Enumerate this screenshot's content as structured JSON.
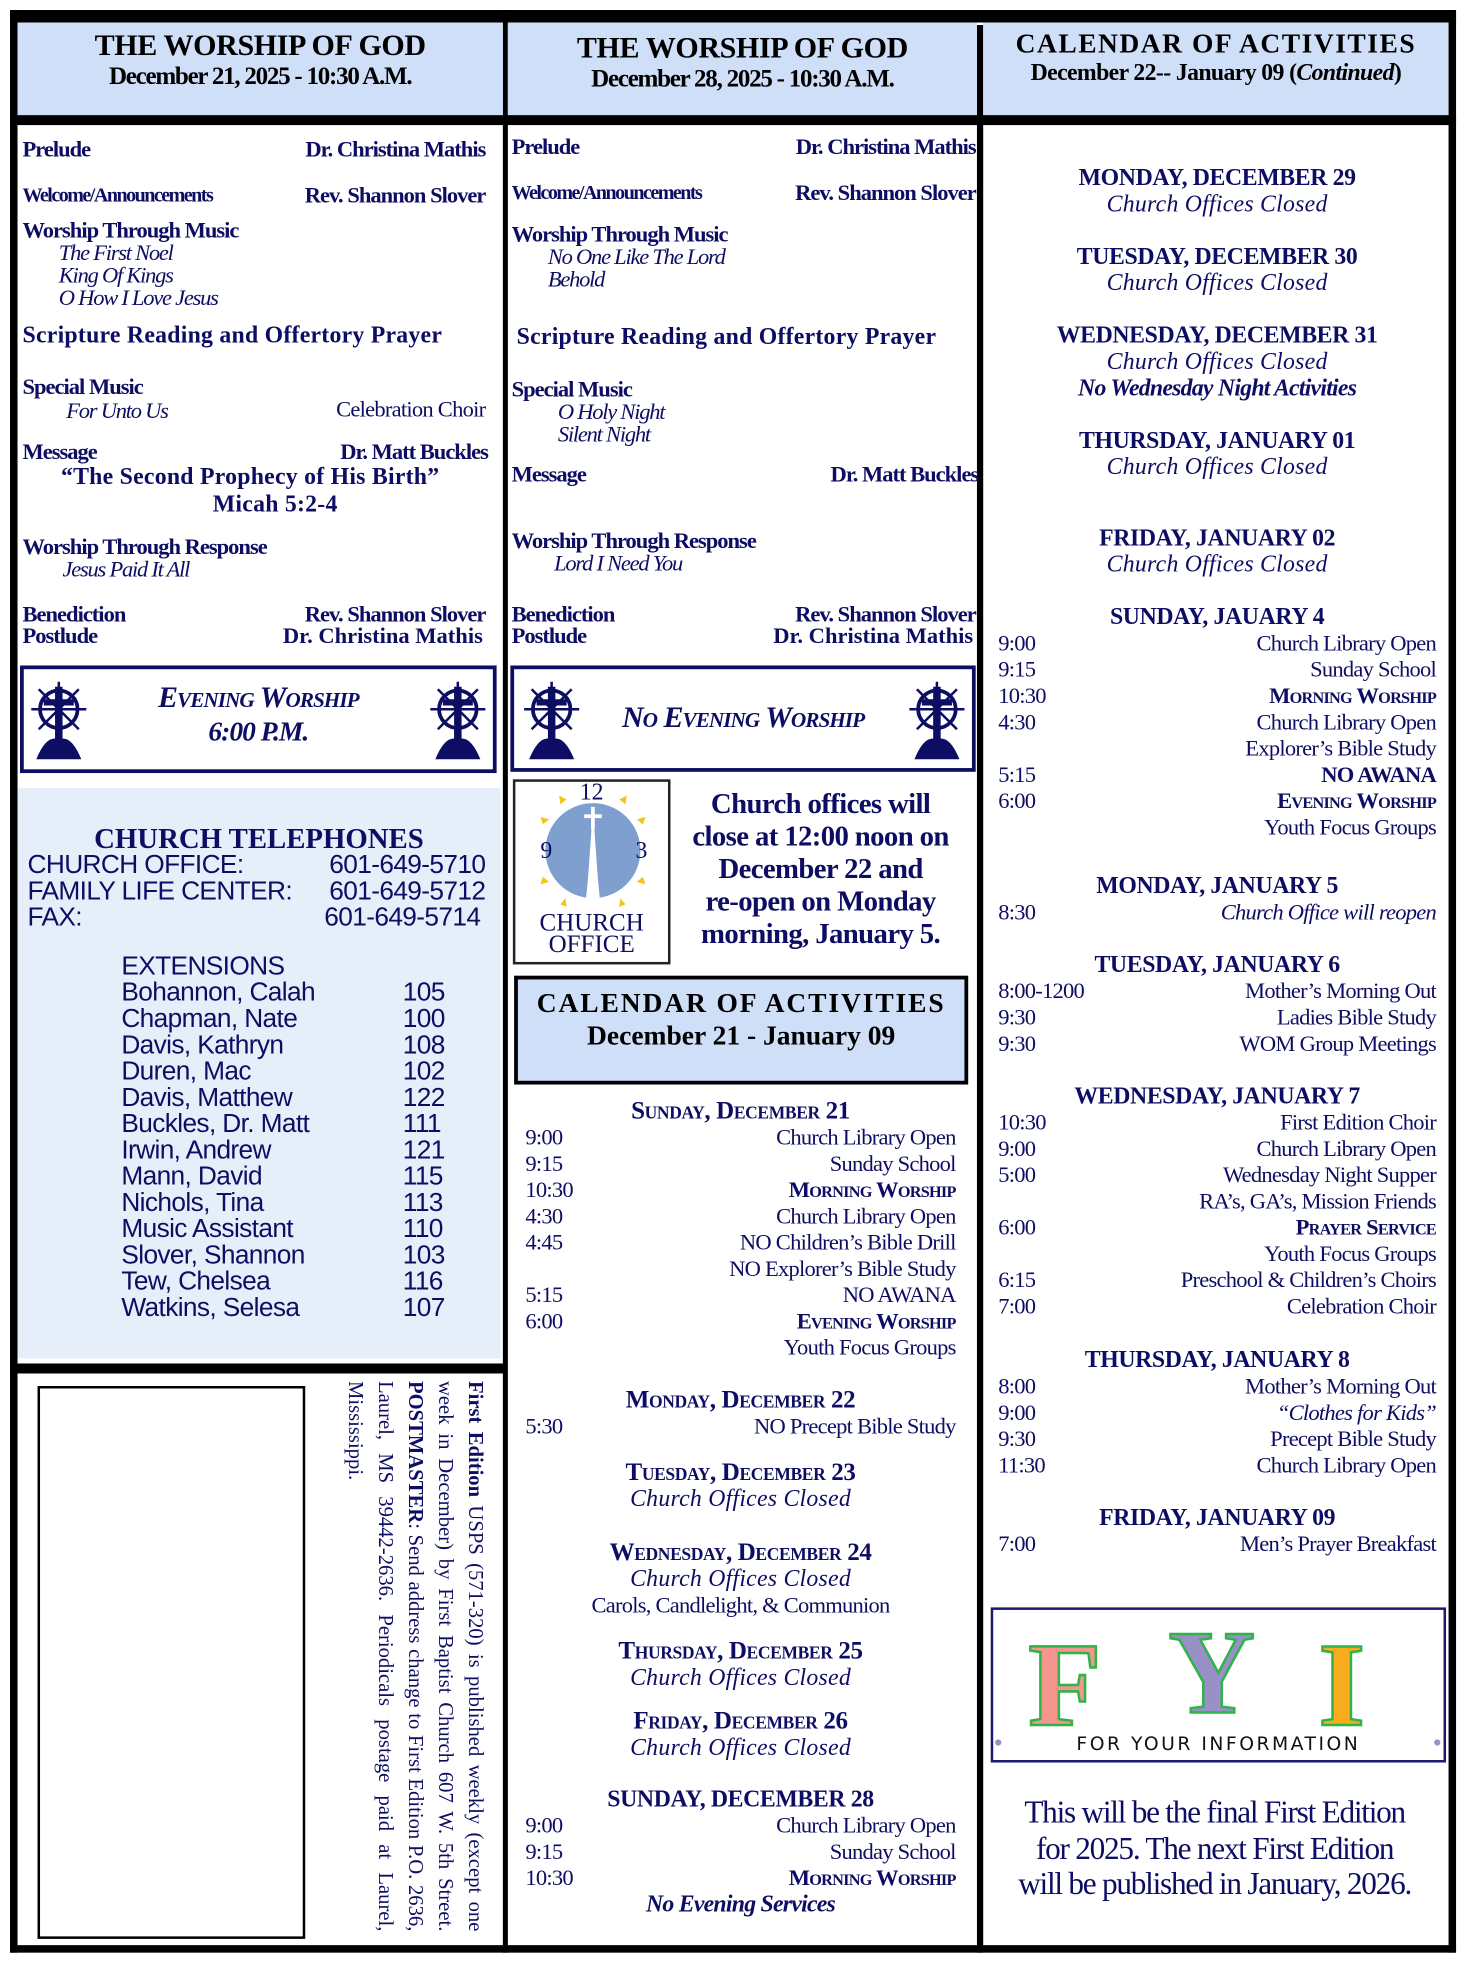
{
  "col1": {
    "header": {
      "title": "THE WORSHIP OF GOD",
      "date": "December 21, 2025 - 10:30 A.M."
    },
    "prelude": {
      "label": "Prelude",
      "person": "Dr. Christina Mathis"
    },
    "welcome": {
      "label": "Welcome/Announcements",
      "person": "Rev. Shannon Slover"
    },
    "music": {
      "label": "Worship Through  Music",
      "songs": [
        "The First Noel",
        "King Of Kings",
        "O How I Love Jesus"
      ]
    },
    "scripture": "Scripture Reading and Offertory Prayer",
    "special": {
      "label": "Special Music",
      "song": "For Unto Us",
      "performer": "Celebration Choir"
    },
    "message": {
      "label": "Message",
      "person": "Dr. Matt Buckles",
      "title": "“The Second Prophecy of His Birth”",
      "reference": "Micah 5:2-4"
    },
    "response": {
      "label": "Worship Through Response",
      "song": "Jesus Paid It All"
    },
    "benediction": {
      "label": "Benediction",
      "person": "Rev. Shannon Slover"
    },
    "postlude": {
      "label": "Postlude",
      "person": "Dr. Christina Mathis"
    },
    "evening": {
      "title": "Evening Worship",
      "time": "6:00 P.M."
    },
    "telephones": {
      "title": "CHURCH TELEPHONES",
      "lines": [
        {
          "label": "CHURCH OFFICE:",
          "number": "601-649-5710"
        },
        {
          "label": "FAMILY LIFE CENTER:",
          "number": "601-649-5712"
        },
        {
          "label": "FAX:",
          "number": "601-649-5714"
        }
      ],
      "extensions_title": "EXTENSIONS",
      "extensions": [
        {
          "name": "Bohannon, Calah",
          "ext": "105"
        },
        {
          "name": "Chapman, Nate",
          "ext": "100"
        },
        {
          "name": "Davis, Kathryn",
          "ext": "108"
        },
        {
          "name": "Duren, Mac",
          "ext": "102"
        },
        {
          "name": "Davis, Matthew",
          "ext": "122"
        },
        {
          "name": "Buckles, Dr. Matt",
          "ext": "111"
        },
        {
          "name": "Irwin, Andrew",
          "ext": "121"
        },
        {
          "name": "Mann, David",
          "ext": "115"
        },
        {
          "name": "Nichols, Tina",
          "ext": "113"
        },
        {
          "name": "Music Assistant",
          "ext": "110"
        },
        {
          "name": "Slover, Shannon",
          "ext": "103"
        },
        {
          "name": "Tew, Chelsea",
          "ext": "116"
        },
        {
          "name": "Watkins, Selesa",
          "ext": "107"
        }
      ]
    },
    "postal": {
      "bold1": "First Edition",
      "text1": " USPS (571-320) is published weekly (except one week in December) by First Baptist Church 607 W. 5th Street. ",
      "bold2": "POSTMASTER",
      "text2": ": Send address change to First Edition P.O. 2636, Laurel, MS 39442-2636. Periodicals postage paid at Laurel, Mississippi."
    }
  },
  "col2": {
    "header": {
      "title": "THE WORSHIP OF GOD",
      "date": "December 28, 2025 - 10:30 A.M."
    },
    "prelude": {
      "label": "Prelude",
      "person": "Dr. Christina Mathis"
    },
    "welcome": {
      "label": "Welcome/Announcements",
      "person": "Rev. Shannon Slover"
    },
    "music": {
      "label": "Worship Through  Music",
      "songs": [
        "No One Like The Lord",
        "Behold"
      ]
    },
    "scripture": "Scripture Reading and Offertory Prayer",
    "special": {
      "label": "Special Music",
      "songs": [
        "O Holy Night",
        "Silent Night"
      ]
    },
    "message": {
      "label": "Message",
      "person": "Dr. Matt Buckles"
    },
    "response": {
      "label": "Worship Through Response",
      "song": "Lord I Need You"
    },
    "benediction": {
      "label": "Benediction",
      "person": "Rev. Shannon Slover"
    },
    "postlude": {
      "label": "Postlude",
      "person": "Dr. Christina Mathis"
    },
    "evening": {
      "title": "No Evening Worship"
    },
    "office_logo": {
      "n12": "12",
      "n3": "3",
      "n9": "9",
      "line1": "CHURCH",
      "line2": "OFFICE"
    },
    "notice": [
      "Church offices will",
      "close at 12:00 noon on",
      "December 22 and",
      "re-open on Monday",
      "morning,  January 5."
    ],
    "calendar_title": "CALENDAR OF ACTIVITIES",
    "calendar_range": "December 21 - January 09",
    "schedule": [
      {
        "heading": "Sunday, December 21",
        "smallcaps": true,
        "rows": [
          [
            "9:00",
            "Church Library Open",
            "n"
          ],
          [
            "9:15",
            "Sunday School",
            "n"
          ],
          [
            "10:30",
            "Morning Worship",
            "b"
          ],
          [
            "4:30",
            "Church Library Open",
            "n"
          ],
          [
            "4:45",
            "NO  Children’s Bible Drill",
            "n"
          ],
          [
            "",
            "NO  Explorer’s Bible Study",
            "n"
          ],
          [
            "5:15",
            "NO  AWANA",
            "n"
          ],
          [
            "6:00",
            "Evening Worship",
            "b"
          ],
          [
            "",
            "Youth Focus Groups",
            "n"
          ]
        ]
      },
      {
        "heading": "Monday, December 22",
        "smallcaps": true,
        "rows": [
          [
            "5:30",
            "NO  Precept Bible Study",
            "n"
          ]
        ]
      },
      {
        "heading": "Tuesday, December 23",
        "smallcaps": true,
        "rows": [
          [
            "",
            "Church Offices Closed",
            "ci"
          ]
        ]
      },
      {
        "heading": "Wednesday, December 24",
        "smallcaps": true,
        "rows": [
          [
            "",
            "Church Offices Closed",
            "ci"
          ],
          [
            "",
            "Carols, Candlelight, & Communion",
            "c"
          ]
        ]
      },
      {
        "heading": "Thursday, December 25",
        "smallcaps": true,
        "rows": [
          [
            "",
            "Church Offices Closed",
            "ci"
          ]
        ]
      },
      {
        "heading": "Friday, December 26",
        "smallcaps": true,
        "rows": [
          [
            "",
            "Church Offices Closed",
            "ci"
          ]
        ]
      },
      {
        "heading": "SUNDAY, DECEMBER 28",
        "smallcaps": false,
        "rows": [
          [
            "9:00",
            "Church Library Open",
            "n"
          ],
          [
            "9:15",
            "Sunday School",
            "n"
          ],
          [
            "10:30",
            "Morning Worship",
            "b"
          ],
          [
            "",
            "No Evening Services",
            "cbi"
          ]
        ]
      }
    ]
  },
  "col3": {
    "header": {
      "title": "CALENDAR OF ACTIVITIES",
      "date": "December 22-- January 09 (",
      "date_italic": "Continued",
      "date_end": ")"
    },
    "schedule": [
      {
        "heading": "MONDAY, DECEMBER 29",
        "rows": [
          [
            "",
            "Church Offices Closed",
            "ci"
          ]
        ]
      },
      {
        "heading": "TUESDAY, DECEMBER 30",
        "rows": [
          [
            "",
            "Church Offices Closed",
            "ci"
          ]
        ]
      },
      {
        "heading": "WEDNESDAY, DECEMBER 31",
        "rows": [
          [
            "",
            "Church Offices Closed",
            "ci"
          ],
          [
            "",
            "No Wednesday Night Activities",
            "cbi"
          ]
        ]
      },
      {
        "heading": "THURSDAY, JANUARY 01",
        "rows": [
          [
            "",
            "Church Offices Closed",
            "ci"
          ]
        ]
      },
      {
        "heading": "FRIDAY, JANUARY 02",
        "rows": [
          [
            "",
            "Church Offices Closed",
            "ci"
          ]
        ]
      },
      {
        "heading": "SUNDAY, JAUARY 4",
        "rows": [
          [
            "9:00",
            "Church Library Open",
            "n"
          ],
          [
            "9:15",
            "Sunday School",
            "n"
          ],
          [
            "10:30",
            "Morning Worship",
            "b"
          ],
          [
            "4:30",
            "Church Library Open",
            "n"
          ],
          [
            "",
            "Explorer’s Bible Study",
            "n"
          ],
          [
            "5:15",
            "NO AWANA",
            "b"
          ],
          [
            "6:00",
            "Evening Worship",
            "b"
          ],
          [
            "",
            "Youth Focus Groups",
            "n"
          ]
        ]
      },
      {
        "heading": "MONDAY, JANUARY 5",
        "rows": [
          [
            "8:30",
            "Church Office will reopen",
            "i"
          ]
        ]
      },
      {
        "heading": "TUESDAY, JANUARY 6",
        "rows": [
          [
            "8:00-1200",
            "Mother’s Morning Out",
            "n"
          ],
          [
            "9:30",
            "Ladies Bible Study",
            "n"
          ],
          [
            "9:30",
            "WOM Group Meetings",
            "n"
          ]
        ]
      },
      {
        "heading": "WEDNESDAY,  JANUARY 7",
        "rows": [
          [
            "10:30",
            "First Edition Choir",
            "n"
          ],
          [
            "9:00",
            "Church Library Open",
            "n"
          ],
          [
            "5:00",
            "Wednesday Night Supper",
            "n"
          ],
          [
            "",
            "RA’s, GA’s, Mission Friends",
            "n"
          ],
          [
            "6:00",
            "Prayer Service",
            "b"
          ],
          [
            "",
            "Youth Focus Groups",
            "n"
          ],
          [
            "6:15",
            "Preschool & Children’s Choirs",
            "n"
          ],
          [
            "7:00",
            "Celebration Choir",
            "n"
          ]
        ]
      },
      {
        "heading": "THURSDAY,  JANUARY 8",
        "rows": [
          [
            "8:00",
            "Mother’s Morning  Out",
            "n"
          ],
          [
            "9:00",
            "“Clothes for Kids”",
            "i"
          ],
          [
            "9:30",
            "Precept Bible Study",
            "n"
          ],
          [
            "11:30",
            "Church Library Open",
            "n"
          ]
        ]
      },
      {
        "heading": "FRIDAY, JANUARY 09",
        "rows": [
          [
            "7:00",
            "Men’s Prayer Breakfast",
            "n"
          ]
        ]
      }
    ],
    "fyi": {
      "letters": [
        "F",
        "Y",
        "I"
      ],
      "tagline": "FOR YOUR INFORMATION"
    },
    "final_note": [
      "This will be  the final First Edition",
      "for 2025.  The next First Edition",
      "will be published in January, 2026."
    ]
  },
  "colors": {
    "navy": "#0d0d63",
    "header_bg": "#cfdff8",
    "phone_bg": "#e6eefa",
    "fyi_f": "#f4968e",
    "fyi_y": "#9990c8",
    "fyi_i": "#f9ad1c",
    "fyi_outline": "#2fb34a"
  }
}
